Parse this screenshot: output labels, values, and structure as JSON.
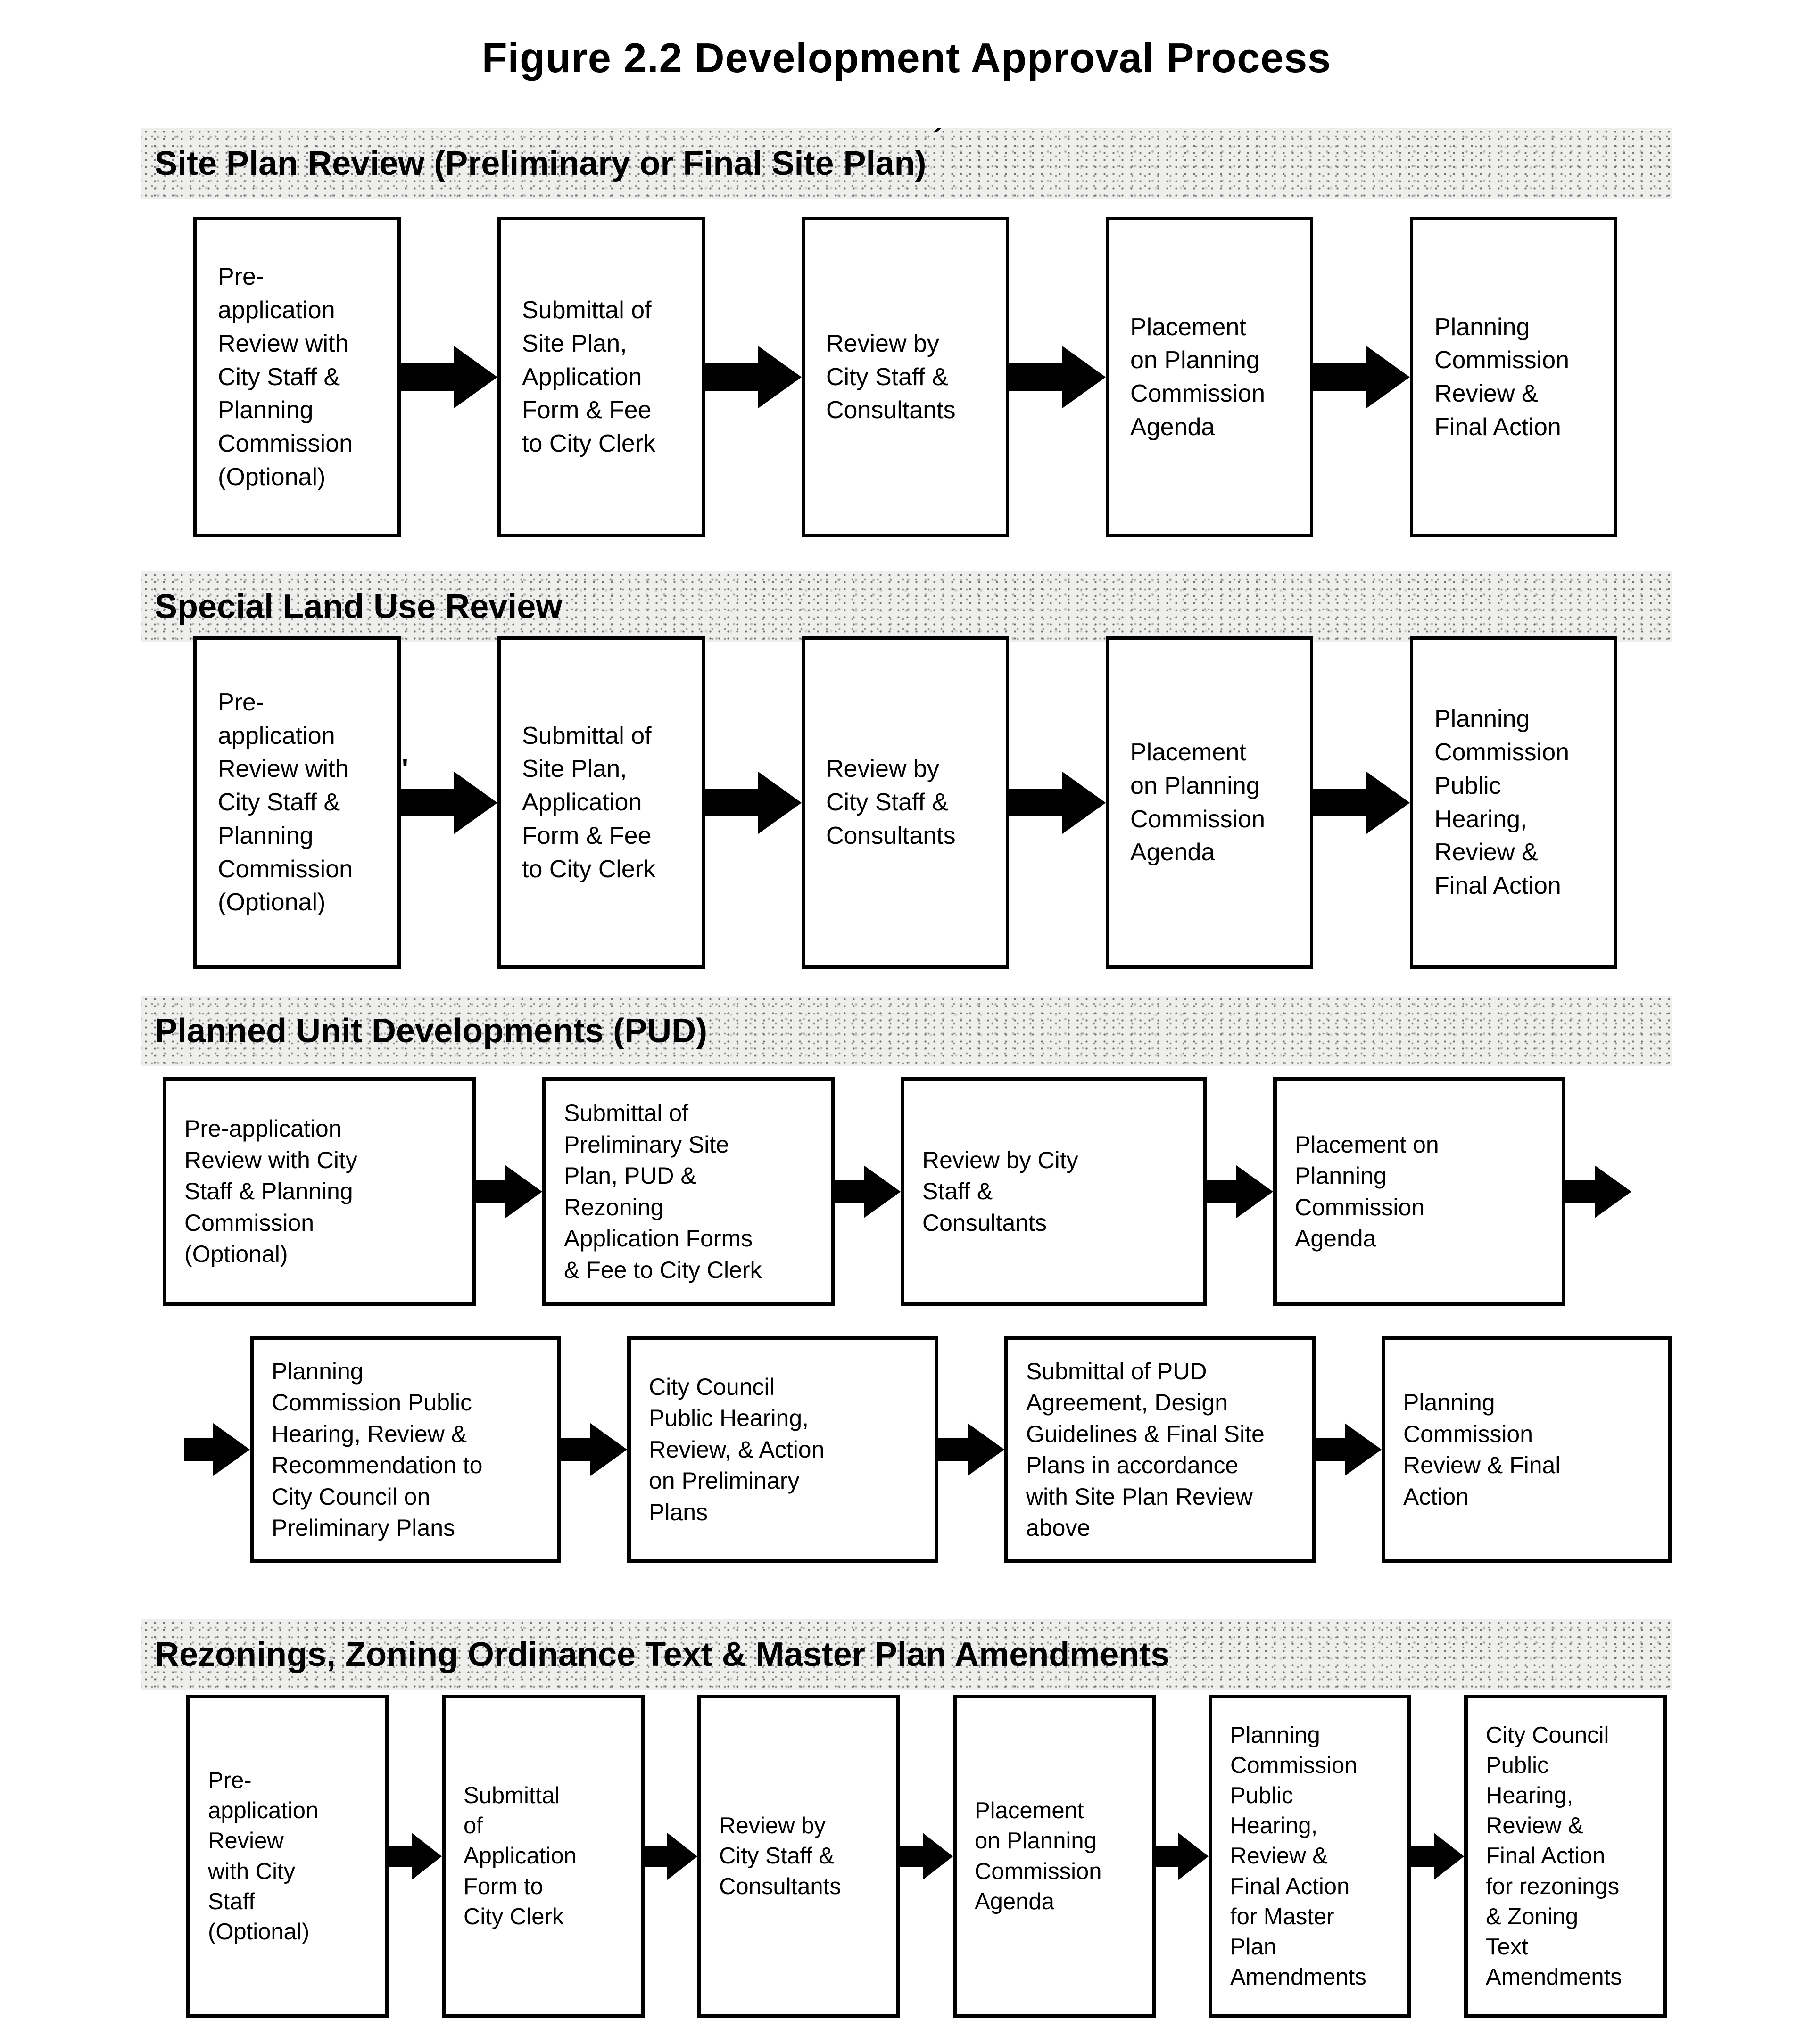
{
  "title": "Figure 2.2 Development Approval Process",
  "accent_mark": "´",
  "stray_mark": "'",
  "sections": [
    {
      "header": "Site Plan Review (Preliminary or Final Site Plan)",
      "rows": [
        {
          "boxes": [
            "Pre-\napplication\nReview with\nCity Staff &\nPlanning\nCommission\n(Optional)",
            "Submittal of\nSite Plan,\nApplication\nForm & Fee\nto City Clerk",
            "Review by\nCity Staff &\nConsultants",
            "Placement\non Planning\nCommission\nAgenda",
            "Planning\nCommission\nReview &\nFinal Action"
          ]
        }
      ]
    },
    {
      "header": "Special Land Use Review",
      "rows": [
        {
          "boxes": [
            "Pre-\napplication\nReview with\nCity Staff &\nPlanning\nCommission\n(Optional)",
            "Submittal of\nSite Plan,\nApplication\nForm & Fee\nto City Clerk",
            "Review by\nCity Staff &\nConsultants",
            "Placement\non Planning\nCommission\nAgenda",
            "Planning\nCommission\nPublic\nHearing,\nReview &\nFinal Action"
          ]
        }
      ]
    },
    {
      "header": "Planned Unit Developments (PUD)",
      "rows": [
        {
          "boxes": [
            "Pre-application\nReview with City\nStaff & Planning\nCommission\n(Optional)",
            "Submittal of\nPreliminary Site\nPlan, PUD &\nRezoning\nApplication Forms\n& Fee to City Clerk",
            "Review by City\nStaff &\nConsultants",
            "Placement on\nPlanning\nCommission\nAgenda"
          ]
        },
        {
          "boxes": [
            "Planning\nCommission Public\nHearing, Review &\nRecommendation to\nCity Council on\nPreliminary Plans",
            "City Council\nPublic Hearing,\nReview, & Action\non Preliminary\nPlans",
            "Submittal of PUD\nAgreement, Design\nGuidelines & Final Site\nPlans in accordance\nwith Site Plan Review\nabove",
            "Planning\nCommission\nReview & Final\nAction"
          ]
        }
      ]
    },
    {
      "header": "Rezonings, Zoning Ordinance Text & Master Plan Amendments",
      "rows": [
        {
          "boxes": [
            "Pre-\napplication\nReview\nwith City\nStaff\n(Optional)",
            "Submittal\nof\nApplication\nForm to\nCity Clerk",
            "Review by\nCity Staff &\nConsultants",
            "Placement\non Planning\nCommission\nAgenda",
            "Planning\nCommission\nPublic\nHearing,\nReview &\nFinal Action\nfor Master\nPlan\nAmendments",
            "City Council\nPublic\nHearing,\nReview &\nFinal Action\nfor rezonings\n& Zoning\nText\nAmendments"
          ]
        }
      ]
    }
  ]
}
